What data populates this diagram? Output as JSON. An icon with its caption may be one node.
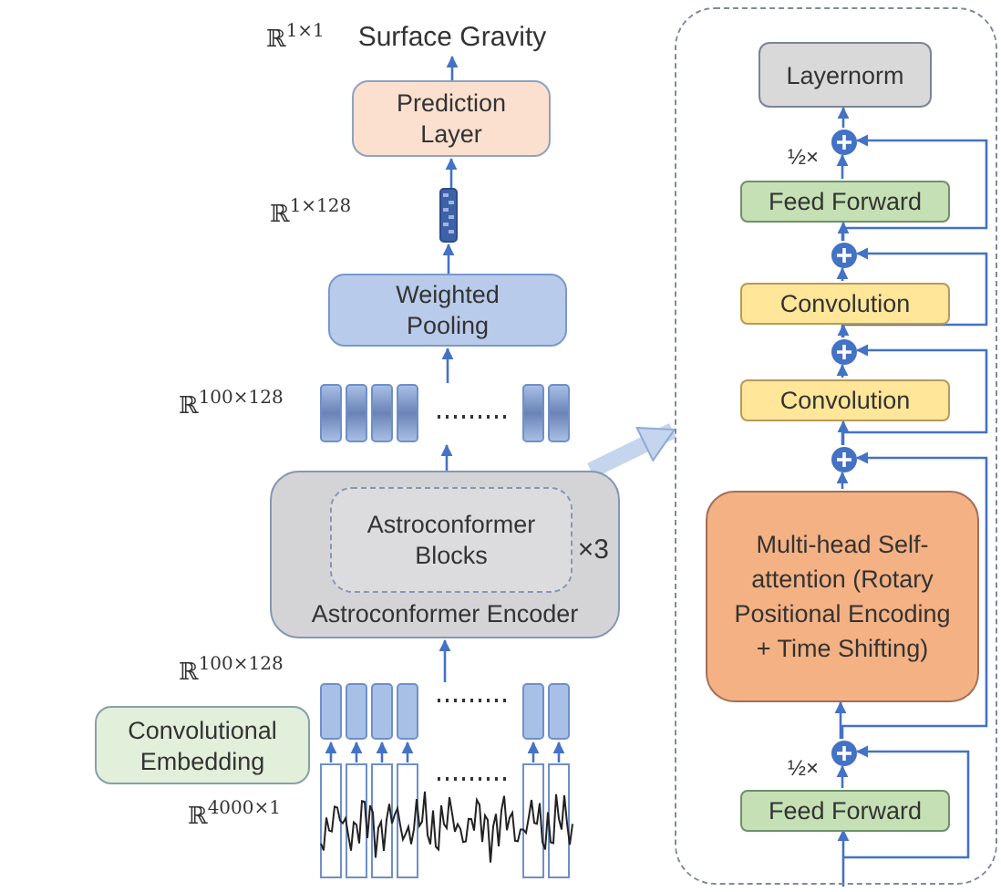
{
  "diagram": {
    "nodes": [
      {
        "text": [
          "Surface Gravity"
        ]
      },
      {
        "text": [
          "Prediction Layer"
        ]
      },
      {
        "text": [],
        "shape": "bar"
      },
      {
        "text": [
          "Weighted Pooling"
        ]
      },
      {
        "text": [],
        "shape": "bar"
      },
      {
        "text": [
          "×3",
          "Astroconformer Encoder"
        ]
      },
      {
        "text": [
          "Astroconformer Blocks"
        ],
        "in": 5
      },
      {
        "text": [],
        "shape": "bar"
      },
      {
        "text": [
          "Convolutional Embedding"
        ]
      },
      {
        "text": [],
        "shape": "picture"
      },
      {
        "text": [],
        "shape": "box"
      },
      {
        "text": [
          "Layernorm"
        ],
        "in": 10
      },
      {
        "text": [],
        "shape": "circle",
        "in": 10
      },
      {
        "text": [
          "Feed Forward"
        ],
        "in": 10
      },
      {
        "text": [],
        "shape": "circle",
        "in": 10
      },
      {
        "text": [
          "Convolution"
        ],
        "in": 10
      },
      {
        "text": [],
        "shape": "circle",
        "in": 10
      },
      {
        "text": [
          "Convolution"
        ],
        "in": 10
      },
      {
        "text": [],
        "shape": "circle",
        "in": 10
      },
      {
        "text": [
          "Multi-head Self-attention (Rotary Positional Encoding + Time Shifting)"
        ],
        "in": 10
      },
      {
        "text": [],
        "shape": "circle",
        "in": 10
      },
      {
        "text": [
          "Feed Forward"
        ],
        "in": 10
      }
    ],
    "edges": [
      {
        "from": 1,
        "to": 0,
        "arrow": "to"
      },
      {
        "from": 2,
        "to": 1,
        "arrow": "to"
      },
      {
        "from": 3,
        "to": 2,
        "arrow": "to"
      },
      {
        "from": 4,
        "to": 3,
        "arrow": "to"
      },
      {
        "from": 5,
        "to": 4,
        "arrow": "to"
      },
      {
        "from": 7,
        "to": 5,
        "arrow": "to"
      },
      {
        "from": 9,
        "to": 7,
        "arrow": "to"
      },
      {
        "from": 5,
        "to": 10,
        "arrow": "to",
        "style": "thick",
        "color": "#c5d5ee"
      },
      {
        "from": null,
        "to": 21,
        "arrow": "to"
      },
      {
        "from": null,
        "to": 20,
        "arrow": "to"
      },
      {
        "from": 21,
        "to": 20,
        "arrow": "to",
        "label": "½×"
      },
      {
        "from": 20,
        "to": 19,
        "arrow": "to"
      },
      {
        "from": 20,
        "to": 18,
        "arrow": "to"
      },
      {
        "from": 19,
        "to": 18,
        "arrow": "to"
      },
      {
        "from": 18,
        "to": 17,
        "arrow": "to"
      },
      {
        "from": 18,
        "to": 16,
        "arrow": "to"
      },
      {
        "from": 17,
        "to": 16,
        "arrow": "to"
      },
      {
        "from": 16,
        "to": 15,
        "arrow": "to"
      },
      {
        "from": 16,
        "to": 14,
        "arrow": "to"
      },
      {
        "from": 15,
        "to": 14,
        "arrow": "to"
      },
      {
        "from": 14,
        "to": 13,
        "arrow": "to"
      },
      {
        "from": 14,
        "to": 12,
        "arrow": "to"
      },
      {
        "from": 13,
        "to": 12,
        "arrow": "to",
        "label": "½×"
      },
      {
        "from": 12,
        "to": 11,
        "arrow": "to"
      },
      {
        "from": 9,
        "to": 7,
        "arrow": "to"
      },
      {
        "from": 9,
        "to": 7,
        "arrow": "to"
      },
      {
        "from": 9,
        "to": 7,
        "arrow": "to"
      },
      {
        "from": 9,
        "to": 7,
        "arrow": "to"
      },
      {
        "from": 9,
        "to": 7,
        "arrow": "to"
      }
    ],
    "labels": [
      "ℝ$^{1×1}$",
      "ℝ$^{1×128}$",
      "ℝ$^{100×128}$",
      "ℝ$^{100×128}$",
      "ℝ$^{4000×1}$"
    ]
  }
}
